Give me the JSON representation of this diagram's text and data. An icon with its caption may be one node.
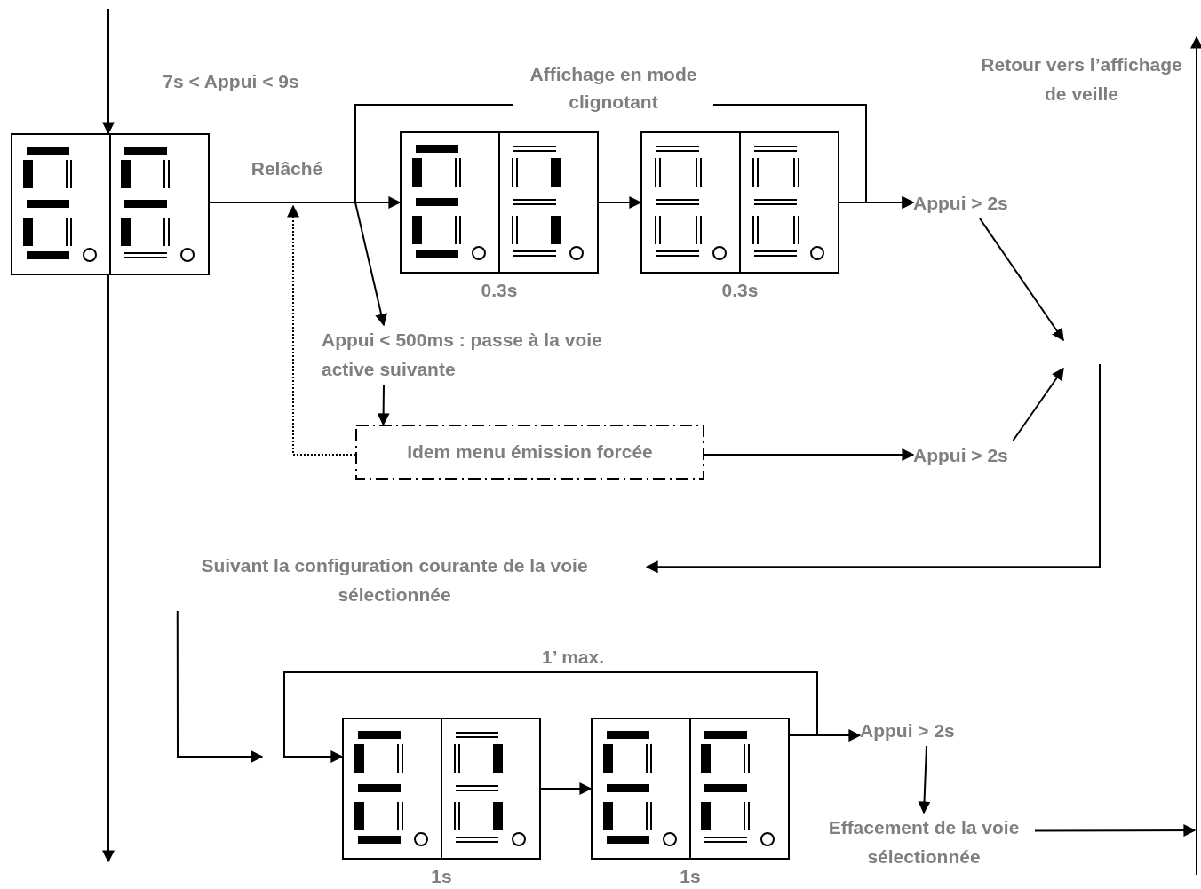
{
  "diagram": {
    "nodes": [
      {
        "text": [],
        "shape": "picture"
      },
      {
        "text": [],
        "shape": "picture",
        "beside": [
          "0.3s"
        ]
      },
      {
        "text": [],
        "shape": "picture",
        "beside": [
          "0.3s"
        ]
      },
      {
        "text": [
          "Appui > 2s"
        ]
      },
      {
        "text": [
          "Appui < 500ms : passe à la voie active suivante"
        ]
      },
      {
        "text": [
          "Idem menu émission forcée"
        ]
      },
      {
        "text": [
          "Appui > 2s"
        ]
      },
      {
        "text": [
          "Suivant la configuration courante de la voie sélectionnée"
        ]
      },
      {
        "text": [],
        "shape": "picture",
        "beside": [
          "1s"
        ]
      },
      {
        "text": [],
        "shape": "picture",
        "beside": [
          "1s"
        ]
      },
      {
        "text": [
          "Appui > 2s"
        ]
      },
      {
        "text": [
          "Effacement de la voie sélectionnée"
        ]
      }
    ],
    "edges": [
      {
        "from": null,
        "to": 0,
        "arrow": "to",
        "label": "7s < Appui < 9s"
      },
      {
        "from": 0,
        "to": 1,
        "arrow": "to",
        "label": "Relâché"
      },
      {
        "from": 1,
        "to": 2,
        "arrow": "to"
      },
      {
        "from": 2,
        "to": 3,
        "arrow": "to"
      },
      {
        "from": null,
        "to": 3,
        "arrow": "to",
        "label": "Affichage en mode clignotant"
      },
      {
        "from": null,
        "to": 4,
        "arrow": "to"
      },
      {
        "from": 4,
        "to": 5,
        "arrow": "to"
      },
      {
        "from": 5,
        "to": null,
        "arrow": "to",
        "style": "dashed"
      },
      {
        "from": 5,
        "to": 6,
        "arrow": "to"
      },
      {
        "from": 3,
        "to": null,
        "arrow": "to"
      },
      {
        "from": 6,
        "to": null,
        "arrow": "to"
      },
      {
        "from": null,
        "to": 7,
        "arrow": "to"
      },
      {
        "from": 7,
        "to": null,
        "arrow": "to"
      },
      {
        "from": 8,
        "to": 9,
        "arrow": "to"
      },
      {
        "from": 9,
        "to": 10,
        "arrow": "to"
      },
      {
        "from": 9,
        "to": 8,
        "arrow": "to",
        "label": "1’ max."
      },
      {
        "from": 10,
        "to": 11,
        "arrow": "to"
      },
      {
        "from": 11,
        "to": null,
        "arrow": "to"
      },
      {
        "from": 0,
        "to": null,
        "arrow": "to"
      }
    ],
    "labels": [
      "Retour vers l’affichage de veille"
    ]
  }
}
